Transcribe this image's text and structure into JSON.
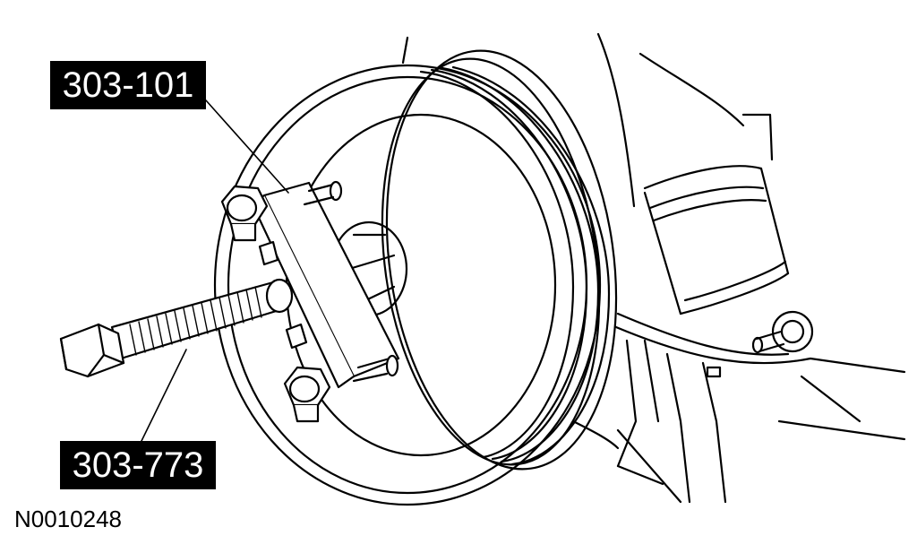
{
  "callouts": {
    "top_tool": "303-101",
    "bottom_tool": "303-773"
  },
  "figure_id": "N0010248",
  "colors": {
    "line": "#000000",
    "background": "#ffffff",
    "label_bg": "#000000",
    "label_text": "#ffffff"
  }
}
